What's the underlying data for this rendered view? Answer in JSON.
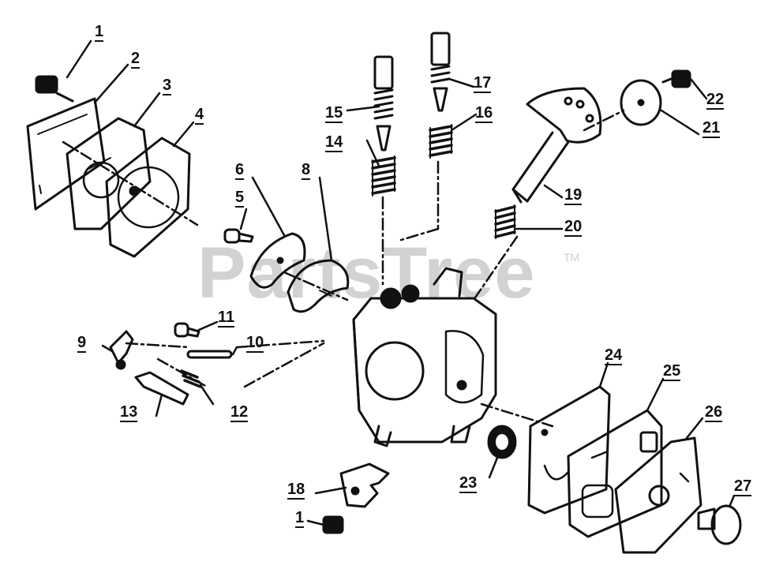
{
  "watermark": {
    "text": "PartsTree",
    "trademark": "TM",
    "color": "#d0d0d0"
  },
  "colors": {
    "ink": "#111111",
    "background": "#ffffff"
  },
  "callouts": {
    "c1_top": "1",
    "c2": "2",
    "c3": "3",
    "c4": "4",
    "c5": "5",
    "c6": "6",
    "c8": "8",
    "c9": "9",
    "c10": "10",
    "c11": "11",
    "c12": "12",
    "c13": "13",
    "c14": "14",
    "c15": "15",
    "c16": "16",
    "c17": "17",
    "c18": "18",
    "c1_bottom": "1",
    "c19": "19",
    "c20": "20",
    "c21": "21",
    "c22": "22",
    "c23": "23",
    "c24": "24",
    "c25": "25",
    "c26": "26",
    "c27": "27"
  }
}
